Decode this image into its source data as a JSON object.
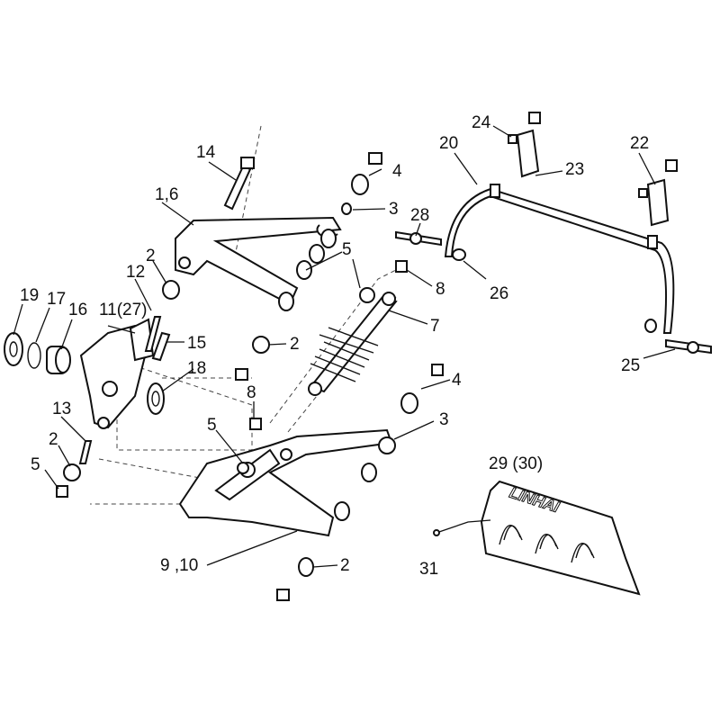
{
  "diagram": {
    "title": "Front suspension exploded view",
    "labels": {
      "l14": "14",
      "l1_6": "1,6",
      "l4a": "4",
      "l3a": "3",
      "l28": "28",
      "l5a": "5",
      "l8a": "8",
      "l2a": "2",
      "l12": "12",
      "l19": "19",
      "l17": "17",
      "l16": "16",
      "l11_27": "11(27)",
      "l15": "15",
      "l18": "18",
      "l2b": "2",
      "l7": "7",
      "l8b": "8",
      "l13": "13",
      "l5b": "5",
      "l2c": "2",
      "l5c": "5",
      "l4b": "4",
      "l3b": "3",
      "l9_10": "9 ,10",
      "l2d": "2",
      "l29_30": "29 (30)",
      "l31": "31",
      "l20": "20",
      "l24": "24",
      "l23": "23",
      "l22": "22",
      "l26": "26",
      "l25": "25"
    },
    "logo_text": "LINHAI"
  }
}
